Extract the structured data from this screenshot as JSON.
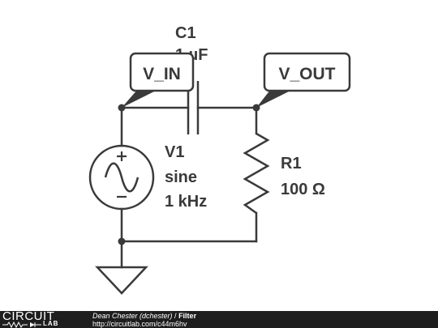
{
  "capacitor": {
    "name": "C1",
    "value": "1 µF"
  },
  "source": {
    "name": "V1",
    "type": "sine",
    "frequency": "1 kHz"
  },
  "resistor": {
    "name": "R1",
    "value": "100 Ω"
  },
  "nets": {
    "input": "V_IN",
    "output": "V_OUT"
  },
  "footer": {
    "brand_top": "CIRCUIT",
    "brand_bottom": "LAB",
    "author": "Dean Chester (dchester)",
    "separator": " / ",
    "title": "Filter",
    "url": "http://circuitlab.com/c44m6hv"
  },
  "colors": {
    "wire": "#3a3a3a",
    "footer_bg": "#1e1e1e"
  }
}
